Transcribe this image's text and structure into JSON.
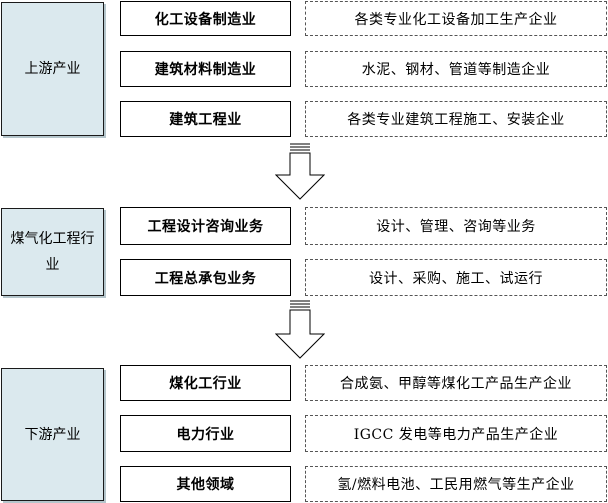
{
  "categories": [
    {
      "label": "上游产业"
    },
    {
      "label": "煤气化工程行业"
    },
    {
      "label": "下游产业"
    }
  ],
  "upstream": [
    {
      "name": "化工设备制造业",
      "desc": "各类专业化工设备加工生产企业"
    },
    {
      "name": "建筑材料制造业",
      "desc": "水泥、钢材、管道等制造企业"
    },
    {
      "name": "建筑工程业",
      "desc": "各类专业建筑工程施工、安装企业"
    }
  ],
  "midstream": [
    {
      "name": "工程设计咨询业务",
      "desc": "设计、管理、咨询等业务"
    },
    {
      "name": "工程总承包业务",
      "desc": "设计、采购、施工、试运行"
    }
  ],
  "downstream": [
    {
      "name": "煤化工行业",
      "desc": "合成氨、甲醇等煤化工产品生产企业"
    },
    {
      "name": "电力行业",
      "desc": "IGCC 发电等电力产品生产企业"
    },
    {
      "name": "其他领域",
      "desc": "氢/燃料电池、工民用燃气等生产企业"
    }
  ]
}
